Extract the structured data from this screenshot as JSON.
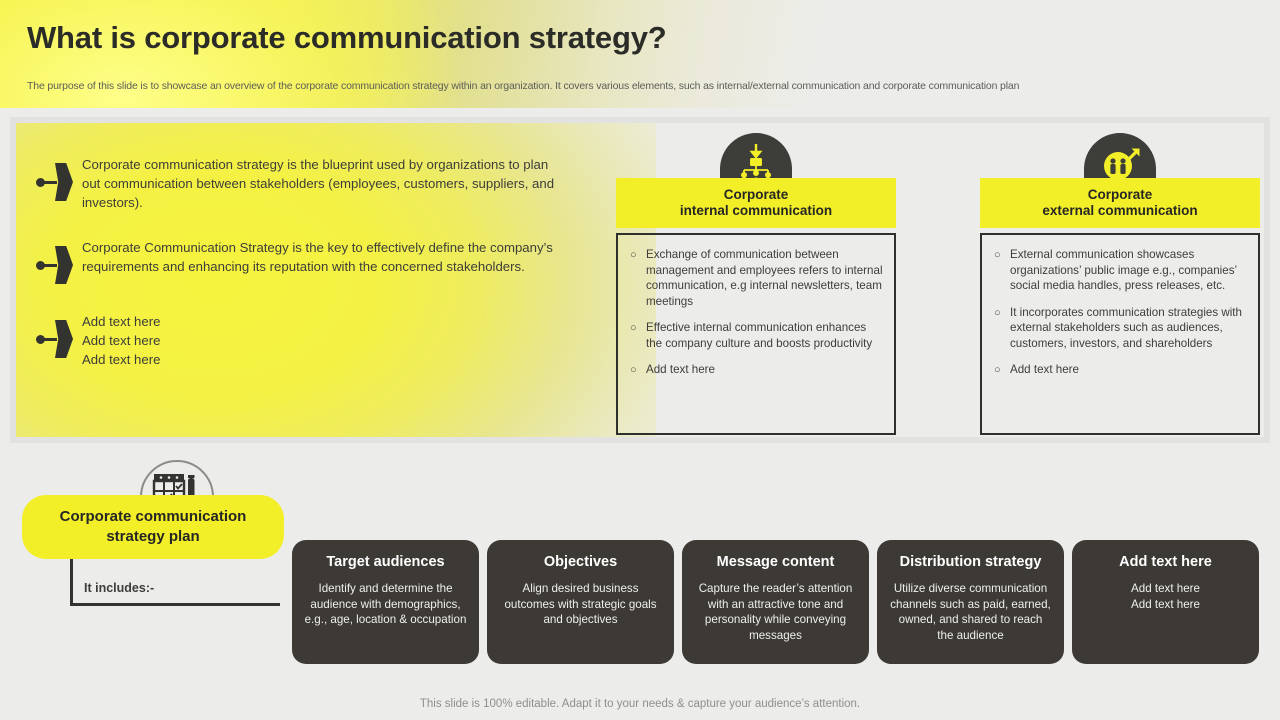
{
  "header": {
    "title": "What is corporate communication strategy?",
    "subtitle": "The purpose of this slide is to showcase an overview of the corporate communication strategy within an organization. It covers various elements, such as internal/external communication and corporate communication plan"
  },
  "left_panel": {
    "bullets": [
      "Corporate communication strategy is the blueprint used by organizations to plan out communication between stakeholders (employees, customers, suppliers, and investors).",
      "Corporate Communication Strategy is the key to effectively define the company’s requirements and enhancing its reputation with the concerned stakeholders.",
      "Add text here\nAdd text here\nAdd text here"
    ]
  },
  "internal": {
    "icon": "team-hierarchy-inbound-icon",
    "title_line1": "Corporate",
    "title_line2": "internal communication",
    "items": [
      "Exchange of communication between management and employees refers to internal communication, e.g internal newsletters, team meetings",
      "Effective internal communication enhances the company culture and boosts productivity",
      "Add text here"
    ]
  },
  "external": {
    "icon": "people-outbound-arrow-icon",
    "title_line1": "Corporate",
    "title_line2": "external communication",
    "items": [
      "External communication showcases organizations’ public image e.g., companies’ social media handles, press releases, etc.",
      "It incorporates communication strategies with external stakeholders such as audiences, customers, investors, and shareholders",
      "Add text here"
    ]
  },
  "plan": {
    "icon": "calendar-checklist-pen-icon",
    "badge_line1": "Corporate communication",
    "badge_line2": "strategy plan",
    "includes_label": "It includes:-"
  },
  "cards": [
    {
      "title": "Target audiences",
      "desc": "Identify and determine the audience with demographics, e.g., age, location & occupation"
    },
    {
      "title": "Objectives",
      "desc": "Align desired business outcomes with strategic goals and objectives"
    },
    {
      "title": "Message content",
      "desc": "Capture the reader’s attention with an attractive tone and personality while conveying messages"
    },
    {
      "title": "Distribution strategy",
      "desc": "Utilize diverse communication channels such as paid, earned, owned, and shared to reach the audience"
    },
    {
      "title": "Add text here",
      "desc": "Add text here\nAdd text here"
    }
  ],
  "footer": {
    "note": "This slide is 100% editable. Adapt it to your needs & capture your audience’s attention."
  },
  "colors": {
    "accent_yellow": "#f2ef28",
    "dark": "#3d3a35",
    "page_bg": "#ececeb"
  }
}
